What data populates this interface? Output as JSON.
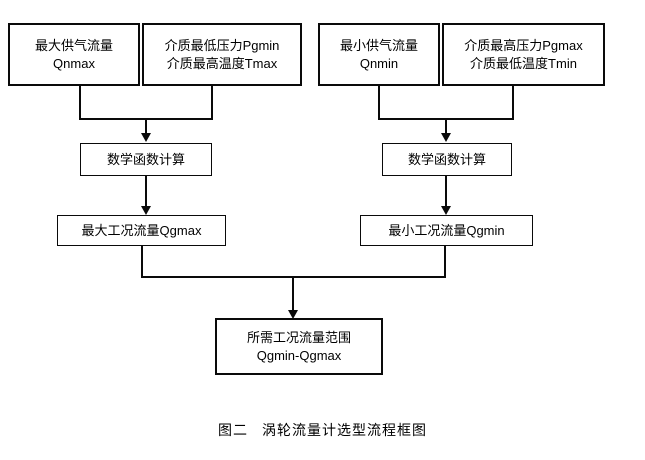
{
  "figure": {
    "caption_label": "图二",
    "caption_title": "涡轮流量计选型流程框图"
  },
  "nodes": {
    "max_supply_flow": {
      "line1": "最大供气流量",
      "line2": "Qnmax"
    },
    "medium_min_pressure": {
      "line1": "介质最低压力Pgmin",
      "line2": "介质最高温度Tmax"
    },
    "min_supply_flow": {
      "line1": "最小供气流量",
      "line2": "Qnmin"
    },
    "medium_max_pressure": {
      "line1": "介质最高压力Pgmax",
      "line2": "介质最低温度Tmin"
    },
    "math_calc_left": {
      "line1": "数学函数计算"
    },
    "math_calc_right": {
      "line1": "数学函数计算"
    },
    "qgmax_result": {
      "line1": "最大工况流量Qgmax"
    },
    "qgmin_result": {
      "line1": "最小工况流量Qgmin"
    },
    "final_range": {
      "line1": "所需工况流量范围",
      "line2": "Qgmin-Qgmax"
    }
  },
  "colors": {
    "stroke": "#0a0a0a",
    "background": "#ffffff",
    "text": "#000000"
  }
}
